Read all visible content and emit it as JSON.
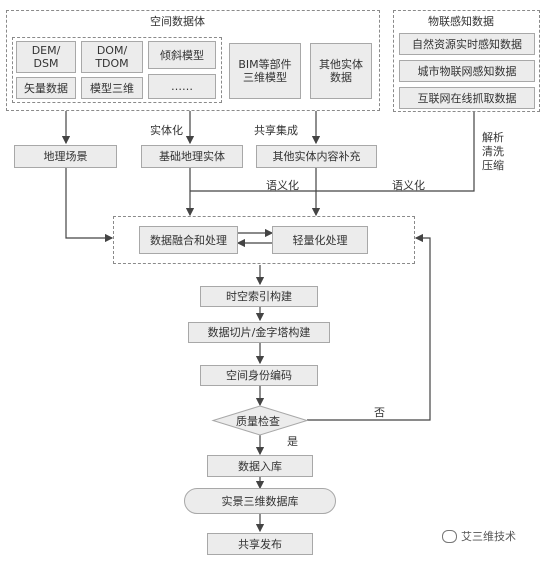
{
  "spatial_group": {
    "title": "空间数据体",
    "items": [
      "DEM/\nDSM",
      "DOM/\nTDOM",
      "倾斜模型",
      "矢量数据",
      "模型三维",
      "……"
    ],
    "bim": "BIM等部件\n三维模型",
    "other_entity": "其他实体\n数据"
  },
  "iot_group": {
    "title": "物联感知数据",
    "items": [
      "自然资源实时感知数据",
      "城市物联网感知数据",
      "互联网在线抓取数据"
    ]
  },
  "edges": {
    "entity": "实体化",
    "share": "共享集成",
    "parse": "解析\n清洗\n压缩",
    "semantic1": "语义化",
    "semantic2": "语义化",
    "no": "否",
    "yes": "是"
  },
  "nodes": {
    "geo_scene": "地理场景",
    "base_entity": "基础地理实体",
    "entity_supplement": "其他实体内容补充",
    "fusion": "数据融合和处理",
    "lightweight": "轻量化处理",
    "spatiotemporal_index": "时空索引构建",
    "tiling": "数据切片/金字塔构建",
    "identity_code": "空间身份编码",
    "quality_check": "质量检查",
    "storage": "数据入库",
    "database": "实景三维数据库",
    "publish": "共享发布"
  },
  "watermark": "艾三维技术"
}
